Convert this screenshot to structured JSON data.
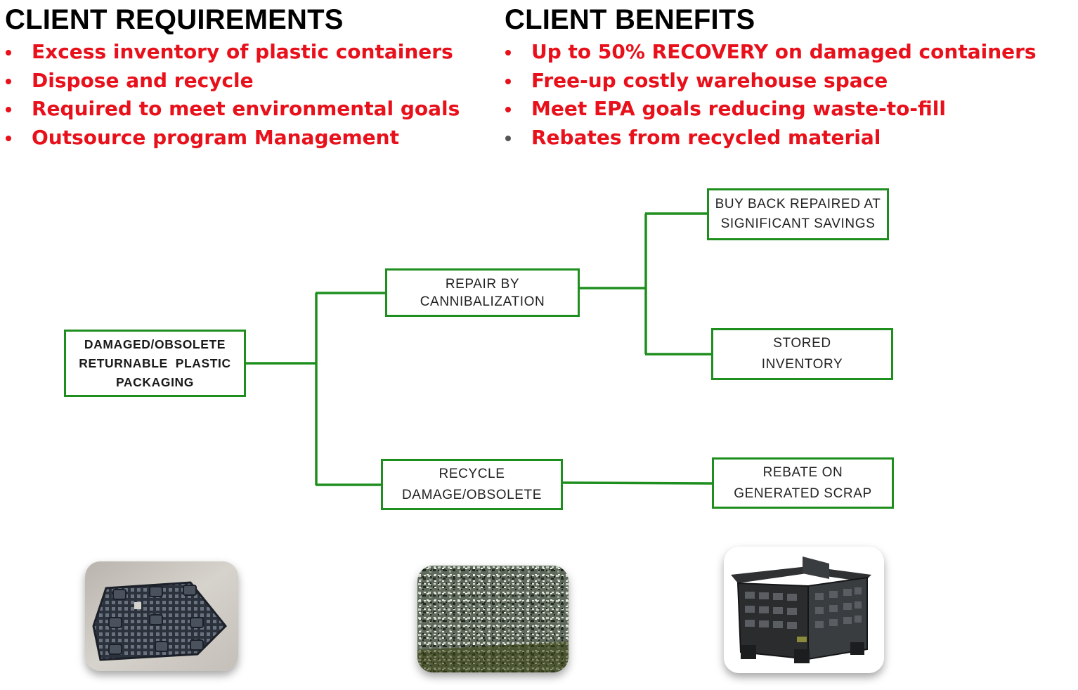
{
  "requirements": {
    "title": "CLIENT REQUIREMENTS",
    "items": [
      "Excess inventory of plastic containers",
      "Dispose and recycle",
      "Required to meet environmental goals",
      "Outsource program Management"
    ]
  },
  "benefits": {
    "title": "CLIENT BENEFITS",
    "items": [
      "Up to 50% RECOVERY on damaged containers",
      "Free-up costly warehouse space",
      "Meet EPA goals reducing waste-to-fill",
      "Rebates from recycled material"
    ]
  },
  "flow": {
    "source": [
      "DAMAGED/OBSOLETE",
      "RETURNABLE  PLASTIC",
      "PACKAGING"
    ],
    "repair": [
      "REPAIR BY",
      "CANNIBALIZATION"
    ],
    "recycle": [
      "RECYCLE",
      "DAMAGE/OBSOLETE"
    ],
    "buyback": [
      "BUY BACK REPAIRED AT",
      "SIGNIFICANT SAVINGS"
    ],
    "stored": [
      "STORED",
      "INVENTORY"
    ],
    "rebate": [
      "REBATE ON",
      "GENERATED SCRAP"
    ]
  },
  "colors": {
    "heading": "#000000",
    "bullet_text": "#e8101a",
    "box_border": "#1e8f1e",
    "connector": "#1e8f1e"
  }
}
